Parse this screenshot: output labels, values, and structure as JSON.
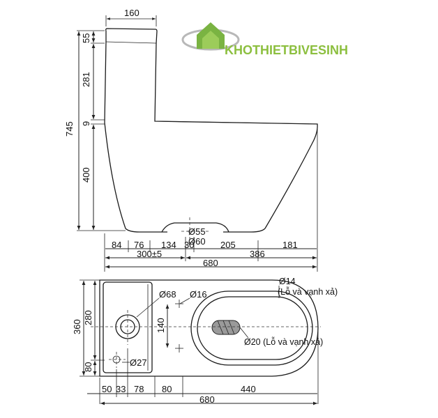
{
  "brand": {
    "name": "KHOTHIETBIVESINH",
    "text_color": "#8cbf3f",
    "logo_colors": [
      "#6fa83a",
      "#9ccc5a",
      "#b8b8b8"
    ]
  },
  "side_view": {
    "top_width": "160",
    "overall_height": "745",
    "vertical_dims": [
      "55",
      "281",
      "9",
      "400"
    ],
    "drain_labels": [
      "Ø55",
      "Ø60"
    ],
    "bottom_row_dims": [
      "84",
      "76",
      "134",
      "30",
      "205",
      "181"
    ],
    "middle_row_dims": [
      "300±5",
      "386"
    ],
    "overall_length": "680"
  },
  "top_view": {
    "overall_width": "360",
    "vertical_dims": [
      "280",
      "80"
    ],
    "center_spacing": "140",
    "labels": {
      "tank_hole": "Ø68",
      "small_hole": "Ø16",
      "inlet_hole": "Ø27",
      "rim_hole_size": "Ø14",
      "rim_hole_note": "(Lỗ và vạnh xả)",
      "outlet_note": "Ø20 (Lỗ và vạnh xả)"
    },
    "bottom_row_dims": [
      "50",
      "33",
      "78",
      "80",
      "440"
    ],
    "overall_length": "680"
  }
}
